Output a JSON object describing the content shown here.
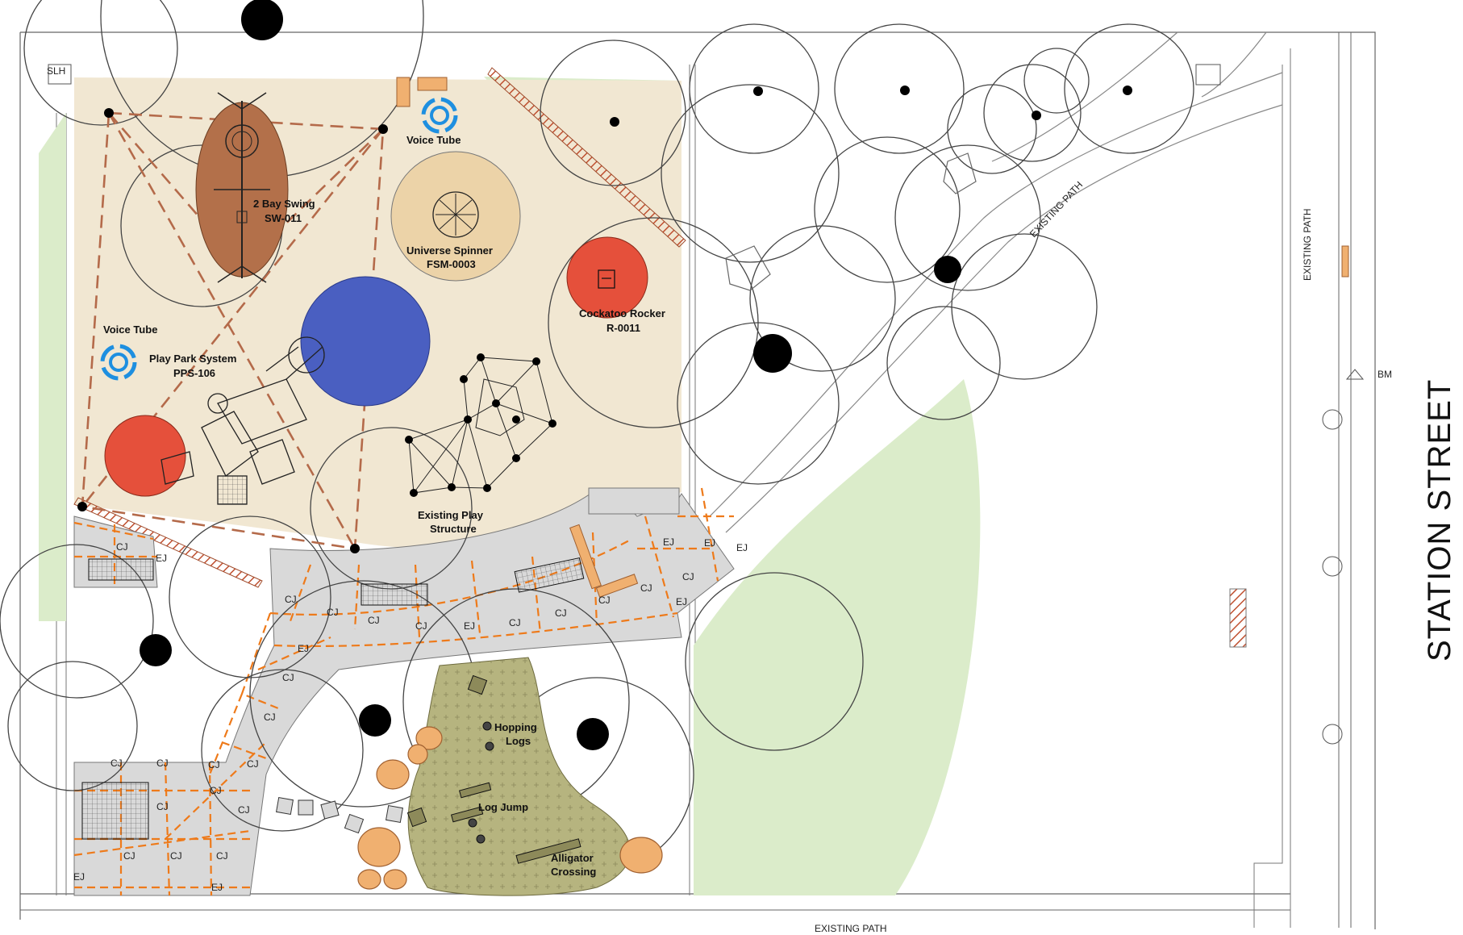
{
  "plan": {
    "labels": {
      "voice_tube_top": "Voice Tube",
      "voice_tube_left": "Voice Tube",
      "swing_name": "2 Bay Swing",
      "swing_code": "SW-011",
      "spinner_name": "Universe Spinner",
      "spinner_code": "FSM-0003",
      "rocker_name": "Cockatoo Rocker",
      "rocker_code": "R-0011",
      "play_park_name": "Play Park System",
      "play_park_code": "PPS-106",
      "existing_structure_l1": "Existing Play",
      "existing_structure_l2": "Structure",
      "hopping_l1": "Hopping",
      "hopping_l2": "Logs",
      "log_jump": "Log Jump",
      "alligator_l1": "Alligator",
      "alligator_l2": "Crossing",
      "existing_path_diag": "EXISTING PATH",
      "existing_path_side": "EXISTING PATH",
      "existing_path_bottom": "EXISTING PATH",
      "street": "STATION STREET",
      "slh": "SLH",
      "bm": "BM"
    },
    "joints": {
      "cj": "CJ",
      "ej": "EJ"
    },
    "colors": {
      "softfall": "#f1e7d2",
      "grass": "#dbecca",
      "concrete": "#d9d9d9",
      "sandpit": "#b6b47f",
      "swing_pad": "#b3704a",
      "spinner_pad": "#ecd3a8",
      "red_pad": "#e5503b",
      "blue_pad": "#4a5fc1",
      "voice_tube": "#1e8fe0",
      "timber": "#f0b070",
      "joint_line": "#ee7a1a",
      "rope_line": "#b46a4a"
    }
  }
}
